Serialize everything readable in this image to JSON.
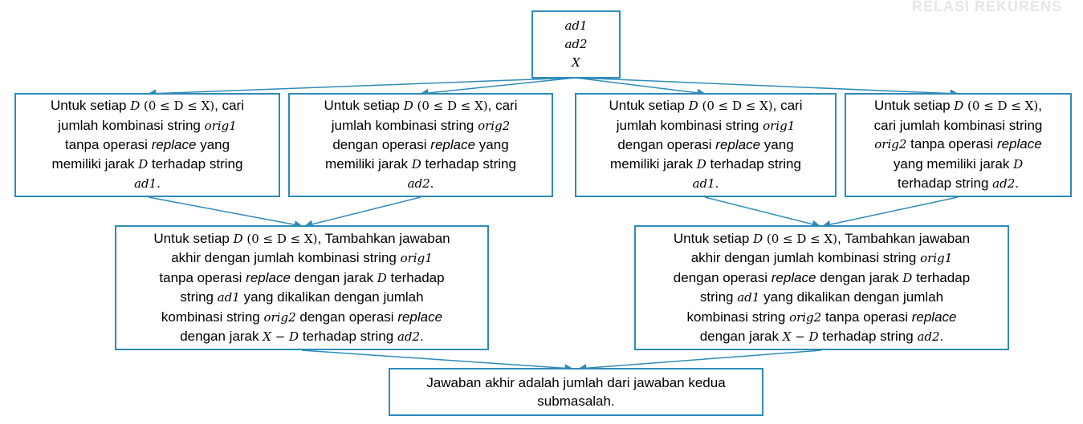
{
  "watermark": "RELASI REKURENS",
  "colors": {
    "border": "#2e8bb9",
    "arrow": "#2e8bb9",
    "watermark": "#e6e6e6"
  },
  "top": {
    "line1": "ad1",
    "line2": "ad2",
    "line3": "X"
  },
  "common": {
    "untuk_setiap": "Untuk setiap",
    "d": "D",
    "range": "(0 ≤ D ≤ X)",
    "cari": ", cari",
    "jumlah_kombinasi": "jumlah kombinasi string",
    "memiliki_jarak": "memiliki jarak",
    "terhadap_string": "terhadap string",
    "period": ".",
    "replace": "replace",
    "tanpa_operasi": "tanpa operasi",
    "dengan_operasi": "dengan operasi",
    "yang": "yang",
    "orig1": "orig1",
    "orig2": "orig2",
    "ad1": "ad1",
    "ad2": "ad2"
  },
  "box_d": {
    "cari_comma": ",",
    "cari_line2": "cari jumlah kombinasi string",
    "yang_memiliki": "yang memiliki jarak"
  },
  "merge": {
    "tambahkan": ", Tambahkan jawaban",
    "akhir": "akhir dengan jumlah kombinasi string",
    "dengan_jarak": "dengan jarak",
    "terhadap": "terhadap",
    "string": "string",
    "yang_dikalikan": "yang dikalikan dengan jumlah",
    "kombinasi_string": "kombinasi string",
    "x_minus_d": "X − D"
  },
  "final": {
    "line1": "Jawaban akhir adalah jumlah dari jawaban kedua",
    "line2": "submasalah."
  }
}
